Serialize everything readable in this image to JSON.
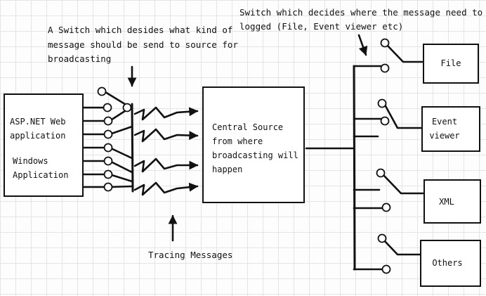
{
  "annotations": {
    "switch_type_l1": "A Switch which desides what kind of",
    "switch_type_l2": "message should be send to source for",
    "switch_type_l3": "broadcasting",
    "switch_dest_l1": "Switch which decides where the message need to be",
    "switch_dest_l2": "logged (File, Event viewer etc)",
    "tracing": "Tracing Messages"
  },
  "app_box": {
    "line1": "ASP.NET Web",
    "line2": "application",
    "line3": "Windows",
    "line4": "Application"
  },
  "central_box": {
    "line1": "Central Source",
    "line2": "from where",
    "line3": "broadcasting will",
    "line4": "happen"
  },
  "targets": {
    "file": "File",
    "event_l1": "Event",
    "event_l2": "viewer",
    "xml": "XML",
    "others": "Others"
  },
  "colors": {
    "ink": "#111111",
    "grid": "#e4e4e4",
    "paper": "#fdfdfd"
  }
}
